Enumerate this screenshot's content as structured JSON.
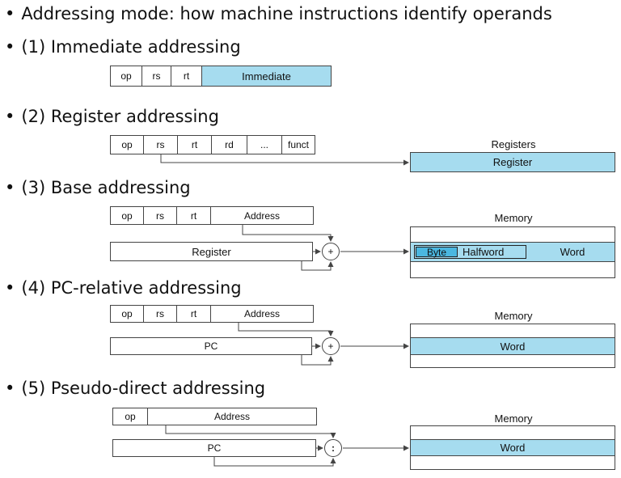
{
  "title_line": "Addressing mode: how machine instructions identify operands",
  "modes": [
    {
      "label": "(1) Immediate addressing",
      "fields": [
        "op",
        "rs",
        "rt",
        "Immediate"
      ]
    },
    {
      "label": "(2) Register addressing",
      "fields": [
        "op",
        "rs",
        "rt",
        "rd",
        "...",
        "funct"
      ],
      "target_title": "Registers",
      "target_cell": "Register"
    },
    {
      "label": "(3) Base addressing",
      "fields": [
        "op",
        "rs",
        "rt",
        "Address"
      ],
      "reg_box": "Register",
      "adder": "+",
      "target_title": "Memory",
      "byte": "Byte",
      "halfword": "Halfword",
      "word": "Word"
    },
    {
      "label": "(4) PC-relative addressing",
      "fields": [
        "op",
        "rs",
        "rt",
        "Address"
      ],
      "reg_box": "PC",
      "adder": "+",
      "target_title": "Memory",
      "word": "Word"
    },
    {
      "label": "(5) Pseudo-direct addressing",
      "fields": [
        "op",
        "Address"
      ],
      "reg_box": "PC",
      "adder": ":",
      "target_title": "Memory",
      "word": "Word"
    }
  ],
  "colors": {
    "highlight": "#a6dcef",
    "line": "#444444"
  }
}
